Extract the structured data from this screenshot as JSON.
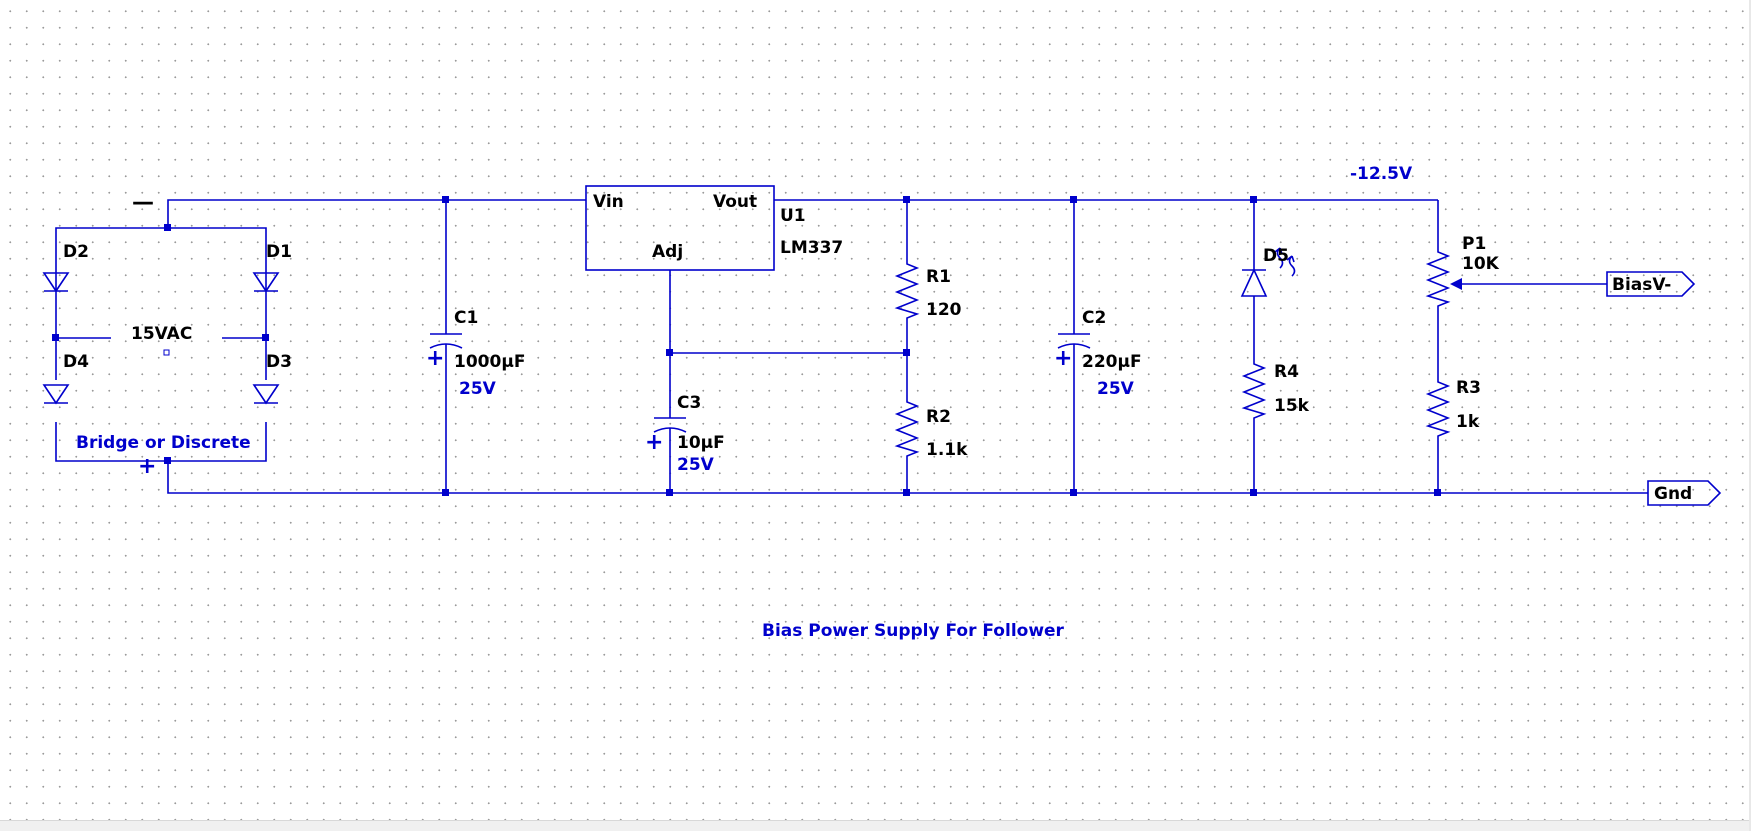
{
  "title": "Bias Power Supply For Follower",
  "colors": {
    "wire": "#0000cc",
    "label": "#000000",
    "value": "#0000cc"
  },
  "rectifier": {
    "minus": "—",
    "plus": "+",
    "source": "15VAC",
    "note": "Bridge or Discrete",
    "diodes": [
      "D1",
      "D2",
      "D3",
      "D4"
    ]
  },
  "regulator": {
    "ref": "U1",
    "part": "LM337",
    "pins": {
      "vin": "Vin",
      "vout": "Vout",
      "adj": "Adj"
    }
  },
  "capacitors": [
    {
      "ref": "C1",
      "value": "1000µF",
      "voltage": "25V",
      "polarity": "+"
    },
    {
      "ref": "C3",
      "value": "10µF",
      "voltage": "25V",
      "polarity": "+"
    },
    {
      "ref": "C2",
      "value": "220µF",
      "voltage": "25V",
      "polarity": "+"
    }
  ],
  "resistors": [
    {
      "ref": "R1",
      "value": "120"
    },
    {
      "ref": "R2",
      "value": "1.1k"
    },
    {
      "ref": "R4",
      "value": "15k"
    },
    {
      "ref": "R3",
      "value": "1k"
    }
  ],
  "led": {
    "ref": "D5"
  },
  "pot": {
    "ref": "P1",
    "value": "10K"
  },
  "net_voltage": "-12.5V",
  "ports": {
    "bias": "BiasV-",
    "gnd": "Gnd"
  }
}
